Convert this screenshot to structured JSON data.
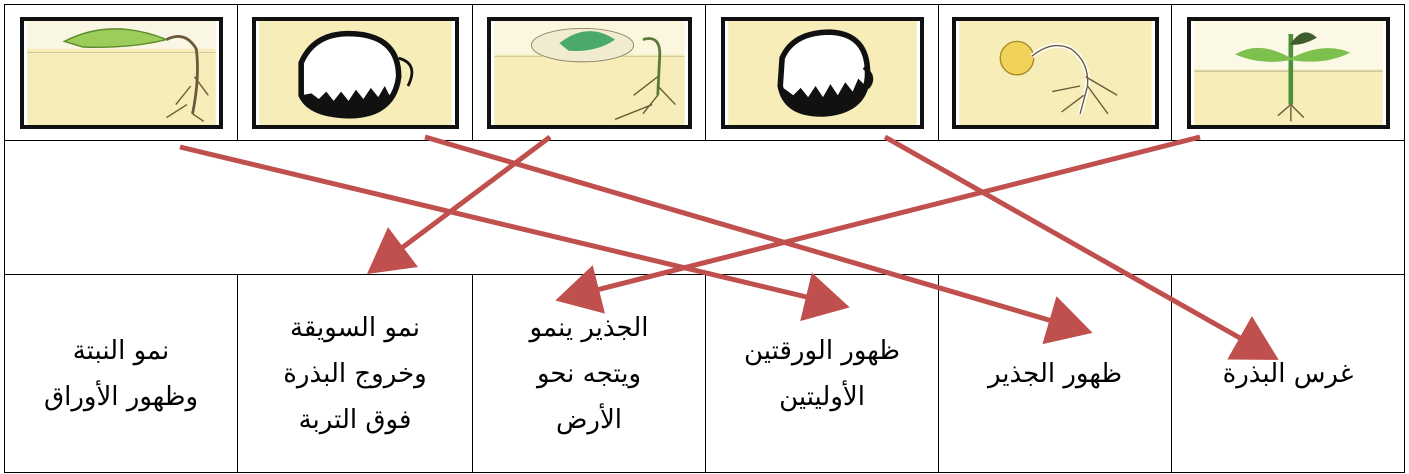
{
  "stages": [
    {
      "id": "s1",
      "label": "نمو النبتة\nوظهور الأوراق",
      "image": "seedling-with-leaves-emerging-from-soil"
    },
    {
      "id": "s2",
      "label": "نمو السويقة\nوخروج البذرة\nفوق التربة",
      "image": "split-seed-in-soil"
    },
    {
      "id": "s3",
      "label": "الجذير ينمو\nويتجه نحو\nالأرض",
      "image": "seed-with-green-shoot-and-roots"
    },
    {
      "id": "s4",
      "label": "ظهور الورقتين\nالأوليتين",
      "image": "bean-seed-in-soil"
    },
    {
      "id": "s5",
      "label": "ظهور الجذير",
      "image": "cracked-seed-with-branching-root"
    },
    {
      "id": "s6",
      "label": "غرس البذرة",
      "image": "young-plant-with-leaves"
    }
  ],
  "connections": [
    {
      "from_image": 0,
      "to_label": 3
    },
    {
      "from_image": 1,
      "to_label": 4
    },
    {
      "from_image": 2,
      "to_label": 1
    },
    {
      "from_image": 3,
      "to_label": 5
    },
    {
      "from_image": 5,
      "to_label": 2
    }
  ],
  "colors": {
    "arrow": "#c0504d",
    "border": "#000000"
  }
}
